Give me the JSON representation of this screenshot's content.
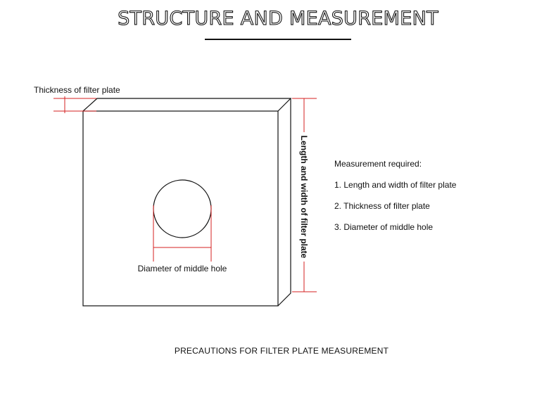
{
  "title": "STRUCTURE AND MEASUREMENT",
  "labels": {
    "thickness": "Thickness of filter plate",
    "length_width": "Length and width of filter plate",
    "diameter": "Diameter of middle hole"
  },
  "notes": {
    "heading": "Measurement required:",
    "items": [
      "1. Length and width of filter plate",
      "2. Thickness of filter plate",
      "3. Diameter of middle hole"
    ]
  },
  "footer": "PRECAUTIONS FOR FILTER PLATE MEASUREMENT",
  "colors": {
    "outline": "#111111",
    "dimension_lines": "#d42020"
  }
}
